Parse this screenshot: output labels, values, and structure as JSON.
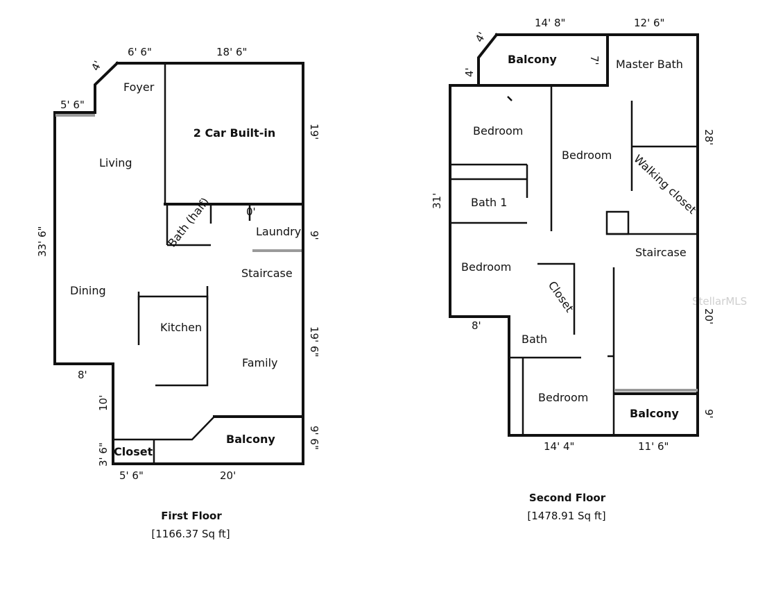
{
  "watermark": "StellarMLS",
  "first_floor": {
    "title": "First Floor",
    "area": "[1166.37 Sq ft]",
    "rooms": {
      "foyer": "Foyer",
      "garage": "2 Car Built-in",
      "living": "Living",
      "bath_half": "Bath (half)",
      "laundry": "Laundry",
      "staircase": "Staircase",
      "dining": "Dining",
      "kitchen": "Kitchen",
      "family": "Family",
      "balcony": "Balcony",
      "closet": "Closet"
    },
    "dimensions": {
      "top_left": "6' 6\"",
      "top_right": "18' 6\"",
      "corner": "4'",
      "left_step": "5' 6\"",
      "right_upper": "19'",
      "left_side": "33' 6\"",
      "zero": "0'",
      "right_mid": "9'",
      "right_lower": "19' 6\"",
      "bottom_step": "8'",
      "left_lower": "10'",
      "right_bottom": "9' 6\"",
      "closet_side": "3' 6\"",
      "bottom_left": "5' 6\"",
      "bottom_right": "20'"
    }
  },
  "second_floor": {
    "title": "Second Floor",
    "area": "[1478.91 Sq ft]",
    "rooms": {
      "balcony_top": "Balcony",
      "master_bath": "Master Bath",
      "bedroom_1": "Bedroom",
      "bedroom_2": "Bedroom",
      "walking_closet": "Walking closet",
      "bath_1": "Bath 1",
      "staircase": "Staircase",
      "bedroom_3": "Bedroom",
      "closet": "Closet",
      "bath": "Bath",
      "bedroom_4": "Bedroom",
      "balcony_bottom": "Balcony"
    },
    "dimensions": {
      "top_left": "14' 8\"",
      "top_right": "12' 6\"",
      "corner": "4'",
      "corner_side": "4'",
      "balcony_depth": "7'",
      "right_upper": "28'",
      "left_side": "31'",
      "step": "8'",
      "right_lower": "20'",
      "right_bottom": "9'",
      "bottom_left": "14' 4\"",
      "bottom_right": "11' 6\""
    }
  }
}
